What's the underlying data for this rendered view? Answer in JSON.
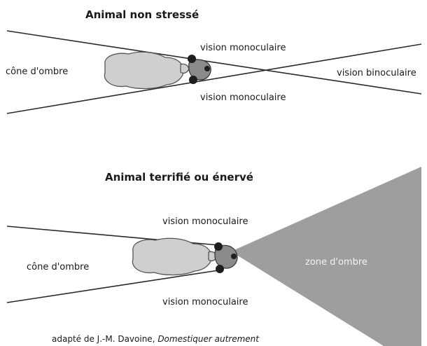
{
  "panel_top": {
    "title": "Animal non stressé",
    "label_left": "cône d'ombre",
    "label_upper": "vision monoculaire",
    "label_lower": "vision monoculaire",
    "label_right": "vision binoculaire"
  },
  "panel_bottom": {
    "title": "Animal terrifié ou énervé",
    "label_left": "cône d'ombre",
    "label_upper": "vision monoculaire",
    "label_lower": "vision monoculaire",
    "label_shadow": "zone d'ombre"
  },
  "caption": {
    "prefix": "adapté de J.-M. Davoine, ",
    "source": "Domestiquer autrement"
  },
  "colors": {
    "shadow_zone": "#9e9e9e",
    "body": "#cfcfcf",
    "lines": "#2a2a2a"
  }
}
